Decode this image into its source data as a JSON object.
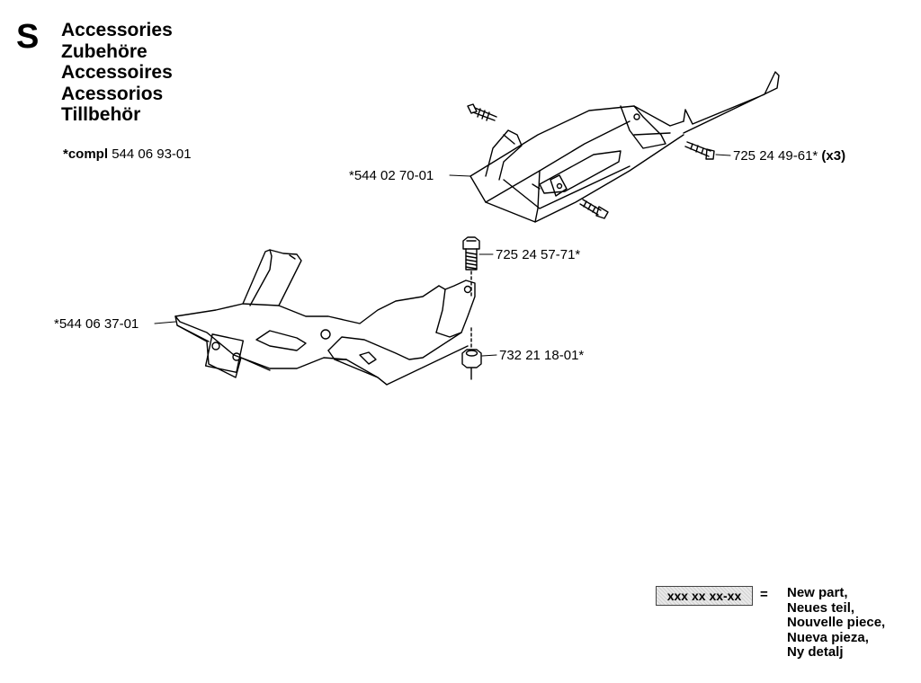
{
  "header": {
    "section_letter": "S",
    "titles": [
      "Accessories",
      "Zubehöre",
      "Accessoires",
      "Acessorios",
      "Tillbehör"
    ]
  },
  "kit": {
    "prefix": "*compl",
    "number": "544 06 93-01"
  },
  "parts": {
    "top_bracket": {
      "number": "*544 02 70-01"
    },
    "top_screw": {
      "number": "725 24 49-61*",
      "qty": "(x3)"
    },
    "bolt": {
      "number": "725 24 57-71*"
    },
    "bottom_bracket": {
      "number": "*544 06 37-01"
    },
    "nut": {
      "number": "732 21 18-01*"
    }
  },
  "legend": {
    "placeholder": "xxx xx xx-xx",
    "equals": "=",
    "lines": [
      "New part,",
      "Neues teil,",
      "Nouvelle piece,",
      "Nueva pieza,",
      "Ny detalj"
    ]
  },
  "colors": {
    "ink": "#000000",
    "paper": "#ffffff",
    "legend_fill": "#e9e9e9"
  }
}
